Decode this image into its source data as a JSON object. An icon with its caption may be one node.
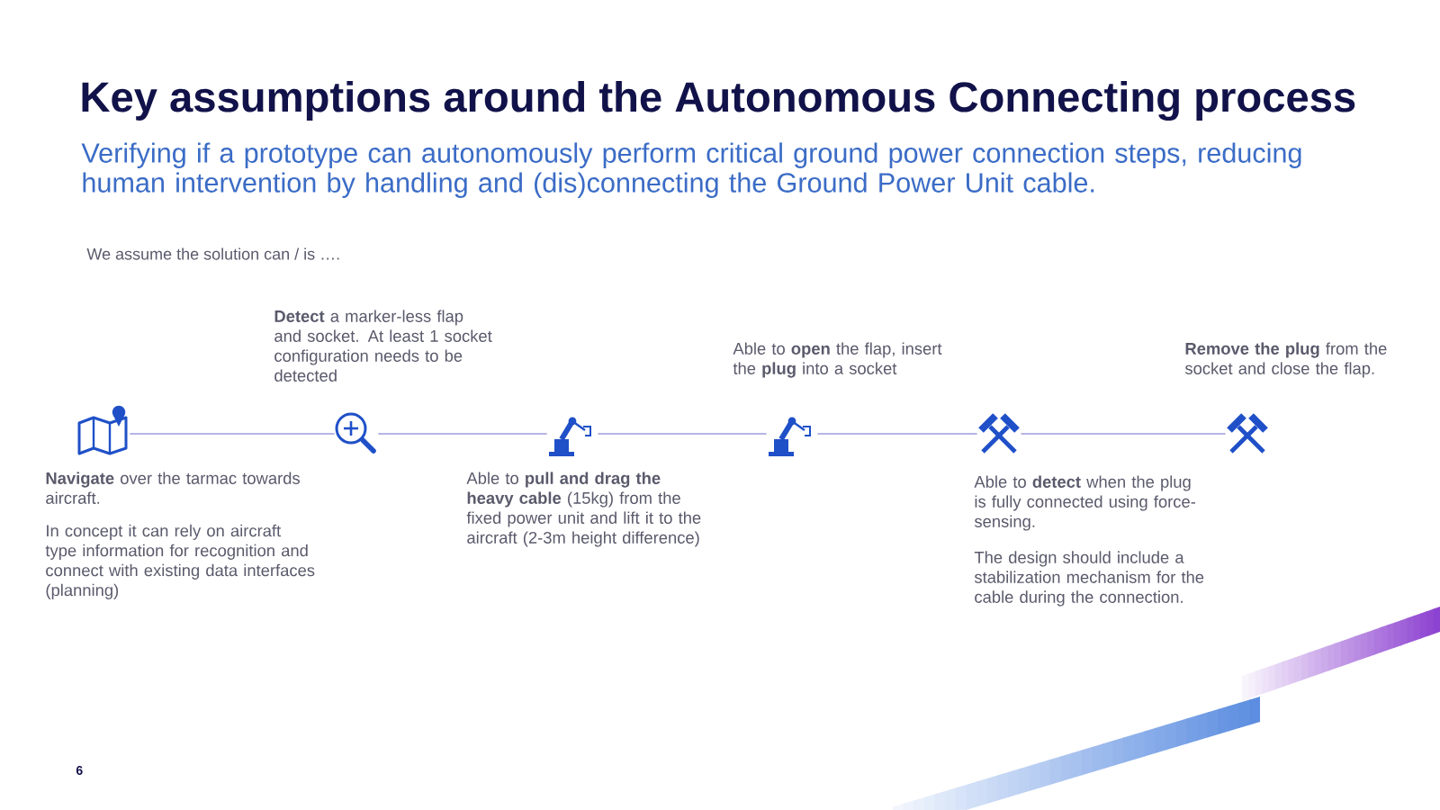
{
  "diagram": {
    "title": "Key assumptions around the Autonomous Connecting process",
    "nodes": [
      {
        "text": [],
        "shape": "picture",
        "beside": [
          "**Navigate** over the tarmac towards aircraft.",
          "In concept it can rely on aircraft type information for recognition and connect with existing data interfaces (planning)"
        ]
      },
      {
        "text": [],
        "shape": "picture",
        "beside": [
          "**Detect** a marker-less flap and socket. At least 1 socket configuration needs to be detected"
        ]
      },
      {
        "text": [],
        "shape": "picture",
        "beside": [
          "Able to **pull and drag the heavy cable** (15kg) from the fixed power unit and lift it to the aircraft (2-3m height difference)"
        ]
      },
      {
        "text": [],
        "shape": "picture",
        "beside": [
          "Able to **open** the flap, insert the **plug** into a socket"
        ]
      },
      {
        "text": [],
        "shape": "picture",
        "beside": [
          "Able to **detect** when the plug is fully connected using force-sensing.",
          "The design should include a stabilization mechanism for the cable during the connection."
        ]
      },
      {
        "text": [],
        "shape": "picture",
        "beside": [
          "**Remove the plug** from the socket and close the flap."
        ]
      }
    ],
    "edges": [
      {
        "from": 0,
        "to": 1,
        "arrow": "none"
      },
      {
        "from": 1,
        "to": 2,
        "arrow": "none"
      },
      {
        "from": 2,
        "to": 3,
        "arrow": "none"
      },
      {
        "from": 3,
        "to": 4,
        "arrow": "none"
      },
      {
        "from": 4,
        "to": 5,
        "arrow": "none"
      }
    ],
    "labels": [
      "Verifying if a prototype can autonomously perform critical ground power connection steps, reducing human intervention by handling and (dis)connecting the Ground Power Unit cable.",
      "We assume the solution can / is ….",
      "6"
    ]
  }
}
